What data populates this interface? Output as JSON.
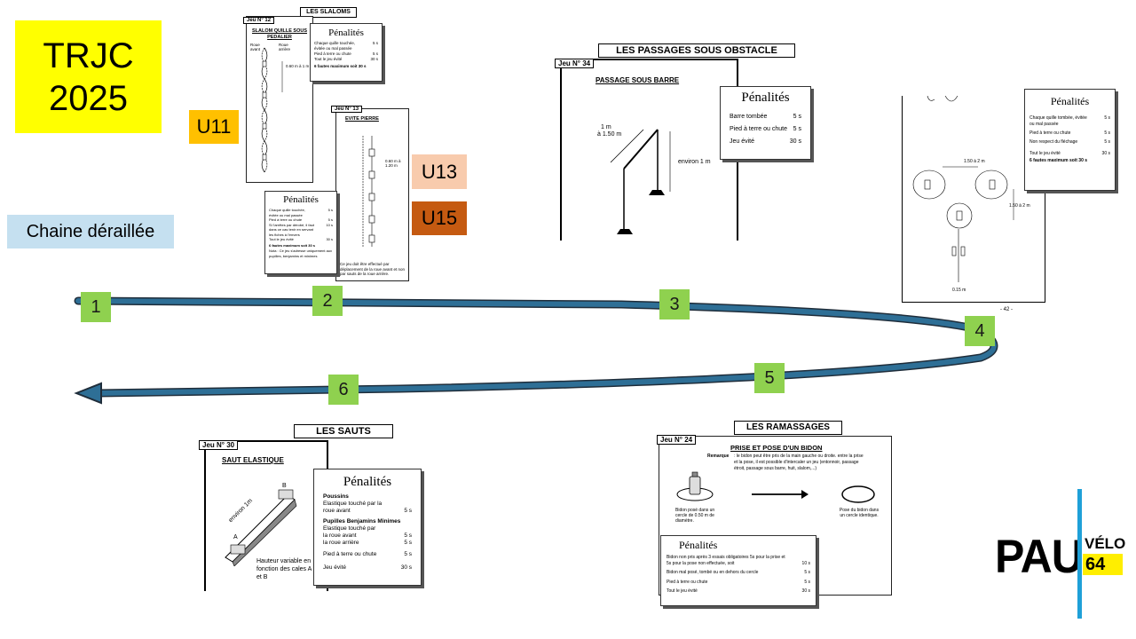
{
  "header": {
    "title_line1": "TRJC",
    "title_line2": "2025"
  },
  "categories": {
    "u11": "U11",
    "u13": "U13",
    "u15": "U15",
    "chaine": "Chaine déraillée"
  },
  "colors": {
    "title": "#ffff00",
    "u11": "#ffc000",
    "u13": "#f8cbad",
    "u15": "#c55a11",
    "chaine": "#c5e0f0",
    "step": "#8fd14f",
    "path": "#1f4e79",
    "logo_bar": "#1fa0d8",
    "logo_yellow": "#ffee00"
  },
  "steps": [
    "1",
    "2",
    "3",
    "4",
    "5",
    "6"
  ],
  "slaloms": {
    "section": "LES SLALOMS",
    "jeu12": {
      "label": "Jeu N° 12",
      "title": "SLALOM QUILLE SOUS PEDALIER",
      "rouge": "Roue avant",
      "roue_arr": "Roue arrière",
      "dist": "0.60 m à 1 m"
    },
    "pen12": {
      "title": "Pénalités",
      "rows": [
        [
          "Chaque quille touchée, évitée ou mal passée",
          "5 s"
        ],
        [
          "Pied à terre ou chute",
          "5 s"
        ],
        [
          "Tout le jeu évité",
          "30 s"
        ]
      ],
      "max": "6 fautes maximum soit 30 s"
    },
    "jeu13": {
      "label": "Jeu N° 13",
      "title": "EVITE PIERRE",
      "dist": "0.60 m à 1.20 m",
      "note": "Ce jeu doit être effectué par déplacement de la roue avant et non par sauts de la roue arrière."
    },
    "pen13": {
      "title": "Pénalités",
      "rows": [
        [
          "Chaque quille touchée, évitée ou mal passée",
          "5 s"
        ],
        [
          "Pied à terre ou chute",
          "5 s"
        ],
        [
          "Si l'arrêtes par dérobé, il faut dans ce cas tenir en servant les fiches à l'envers",
          "10 s"
        ],
        [
          "Tout le jeu évité",
          "30 s"
        ]
      ],
      "max": "6 fautes maximum soit 30 s",
      "nota": "Nota : Ce jeu s'adresse uniquement aux pupilles, benjamins et minimes"
    }
  },
  "passages": {
    "section": "LES PASSAGES SOUS OBSTACLE",
    "jeu": "Jeu N° 34",
    "title": "PASSAGE SOUS BARRE",
    "dim1": "1 m",
    "dim2": "à 1.50 m",
    "dim3": "environ 1 m",
    "pen": {
      "title": "Pénalités",
      "rows": [
        [
          "Barre tombée",
          "5 s"
        ],
        [
          "Pied à terre ou chute",
          "5 s"
        ],
        [
          "Jeu évité",
          "30 s"
        ]
      ]
    }
  },
  "trefle": {
    "pen": {
      "title": "Pénalités",
      "rows": [
        [
          "Chaque quille tombée, évitée ou mal passée",
          "5 s"
        ],
        [
          "Pied à terre ou chute",
          "5 s"
        ],
        [
          "Non respect du fléchage",
          "5 s"
        ],
        [
          "Tout le jeu évité",
          "30 s"
        ]
      ],
      "max": "6 fautes maximum soit 30 s"
    },
    "dim1": "1.50 à 2 m",
    "dim2": "1.50 à 2 m",
    "dim3": "0.15 m",
    "page": "- 42 -"
  },
  "sauts": {
    "section": "LES SAUTS",
    "jeu": "Jeu N° 30",
    "title": "SAUT ELASTIQUE",
    "env": "environ 1m",
    "a": "A",
    "b": "B",
    "note": "Hauteur variable en fonction des cales A et B",
    "pen": {
      "title": "Pénalités",
      "poussins": "Poussins",
      "p_line": "Elastique touché par la roue avant",
      "p_val": "5 s",
      "pbm": "Pupilles Benjamins Minimes",
      "pbm_line": "Elastique touché par",
      "av": "la roue avant",
      "av_val": "5 s",
      "ar": "la roue arrière",
      "ar_val": "5 s",
      "pied": "Pied à terre ou chute",
      "pied_val": "5 s",
      "evite": "Jeu évité",
      "evite_val": "30 s"
    }
  },
  "ramassages": {
    "section": "LES RAMASSAGES",
    "jeu": "Jeu N° 24",
    "title": "PRISE ET POSE D'UN BIDON",
    "remarque_label": "Remarque",
    "remarque": ": le bidon peut être pris de la main gauche ou droite. entre la prise et la pose, il est possible d'intercaler un jeu (entonnoir, passage étroit, passage sous barre, huit, slalom,...)",
    "left": "Bidon posé dans un cercle de 0.50 m de diamètre.",
    "right": "Pose du bidon dans un cercle identique.",
    "pen": {
      "title": "Pénalités",
      "rows": [
        [
          "Bidon non pris après 3 essais obligatoires 5s pour la prise et 5s pour la pose non effectuée, soit",
          "10 s"
        ],
        [
          "Bidon mal posé, tombé ou en dehors du cercle",
          "5 s"
        ],
        [
          "Pied à terre ou chute",
          "5 s"
        ],
        [
          "Tout le jeu évité",
          "30 s"
        ]
      ]
    }
  },
  "logo": {
    "pau": "PAU",
    "velo": "VÉLO",
    "num": "64"
  }
}
